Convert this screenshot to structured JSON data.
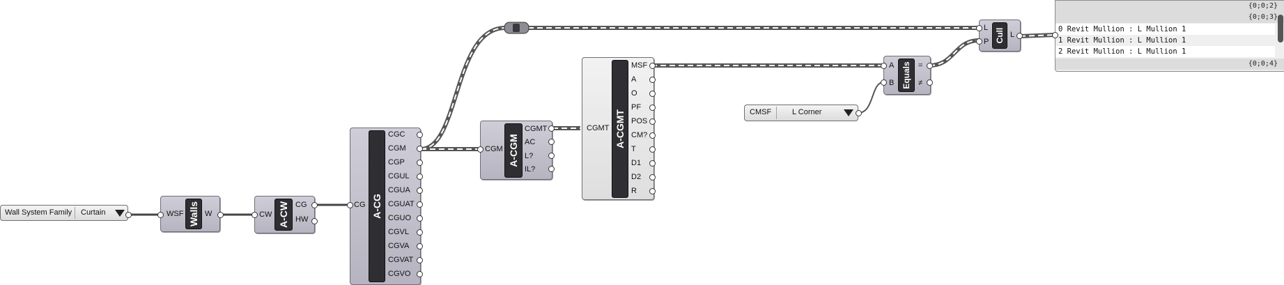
{
  "wall_family_list": {
    "label": "Wall System Family",
    "value": "Curtain"
  },
  "cmsf_list": {
    "label": "CMSF",
    "value": "L Corner"
  },
  "walls": {
    "name": "Walls",
    "input": "WSF",
    "output": "W"
  },
  "acw": {
    "name": "A-CW",
    "input": "CW",
    "outputs": [
      "CG",
      "HW"
    ]
  },
  "acg": {
    "name": "A-CG",
    "input": "CG",
    "outputs": [
      "CGC",
      "CGM",
      "CGP",
      "CGUL",
      "CGUA",
      "CGUAT",
      "CGUO",
      "CGVL",
      "CGVA",
      "CGVAT",
      "CGVO"
    ]
  },
  "acgm": {
    "name": "A-CGM",
    "input": "CGM",
    "outputs": [
      "CGMT",
      "AC",
      "L?",
      "IL?"
    ]
  },
  "acgmt": {
    "name": "A-CGMT",
    "input": "CGMT",
    "outputs": [
      "MSF",
      "A",
      "O",
      "PF",
      "POS",
      "CM?",
      "T",
      "D1",
      "D2",
      "R"
    ]
  },
  "equals": {
    "name": "Equals",
    "inputs": [
      "A",
      "B"
    ],
    "outputs": [
      "=",
      "≠"
    ]
  },
  "cull": {
    "name": "Cull",
    "inputs": [
      "L",
      "P"
    ],
    "output": "L"
  },
  "panel": {
    "tags": [
      "{0;0;2}",
      "{0;0;3}",
      "{0;0;4}"
    ],
    "lines": [
      "0 Revit Mullion : L Mullion 1",
      "1 Revit Mullion : L Mullion 1",
      "2 Revit Mullion : L Mullion 1"
    ]
  },
  "colors": {
    "component": "#c4c3cd",
    "spine": "#2f2f33",
    "wire": "#444444"
  }
}
